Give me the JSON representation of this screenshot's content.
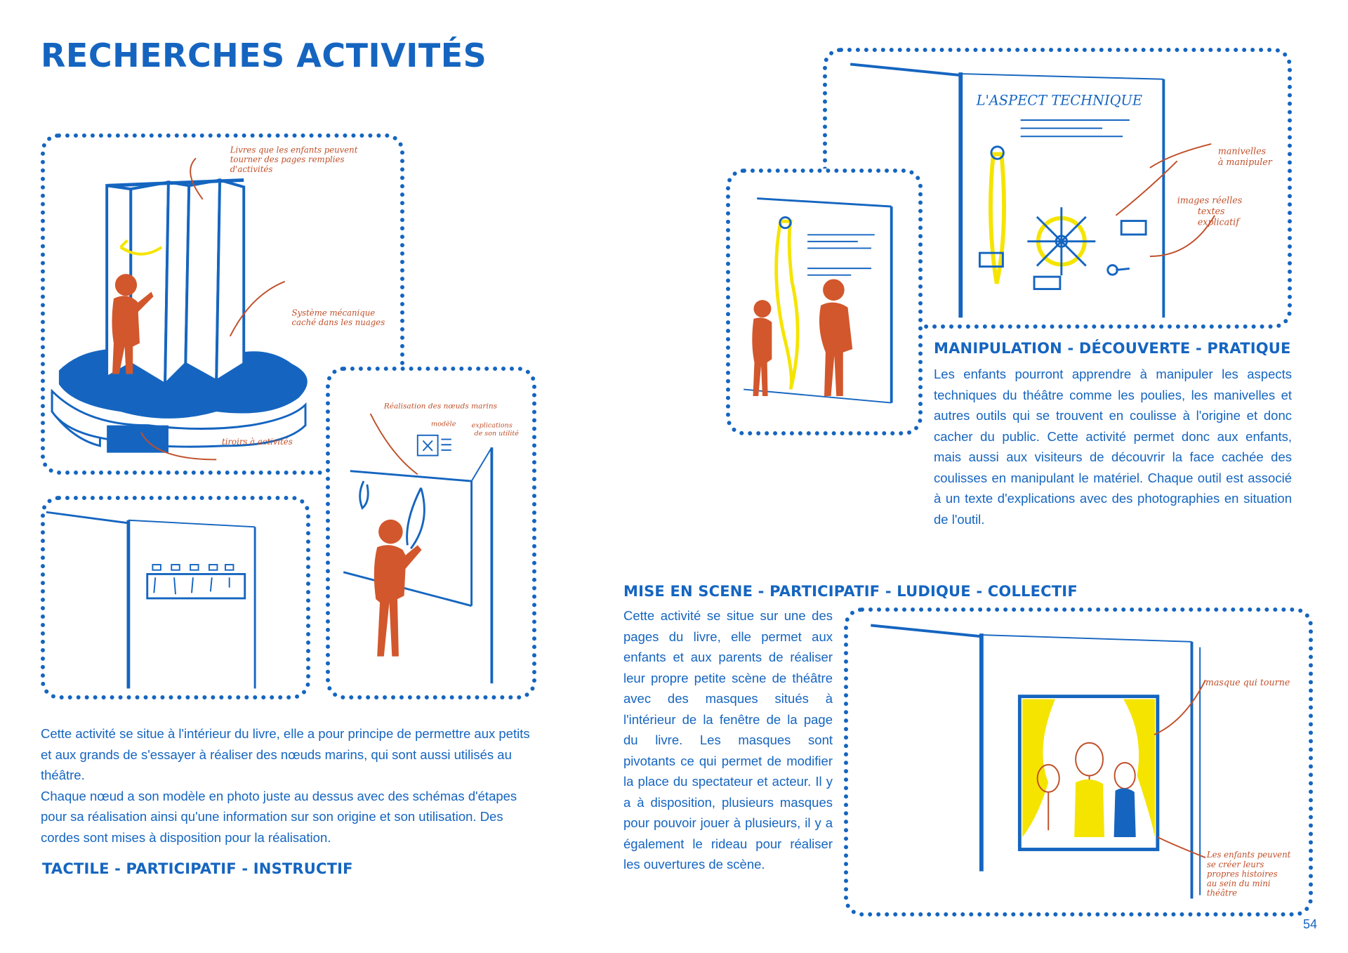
{
  "page": {
    "title": "RECHERCHES ACTIVITÉS",
    "page_number": "54"
  },
  "colors": {
    "primary_blue": "#1565c0",
    "figure_orange": "#d2572c",
    "annotation_red": "#c0502a",
    "accent_yellow": "#f5e400"
  },
  "section_knots": {
    "body": "Cette activité se situe à l'intérieur du livre, elle a pour principe de permettre aux petits et aux grands de s'essayer à réaliser des nœuds marins, qui sont aussi utilisés au théâtre.",
    "body2": "Chaque nœud a son modèle en photo juste au dessus avec des schémas d'étapes pour sa réalisation ainsi qu'une information sur son origine et son utilisation. Des cordes sont mises à disposition pour la réalisation.",
    "keywords": "TACTILE - PARTICIPATIF - INSTRUCTIF",
    "sketch_notes": {
      "book_pages": "Livres que les enfants peuvent tourner des pages remplies d'activités",
      "mechanism": "Système mécanique caché dans les nuages",
      "drawer": "tiroirs à activités",
      "knots": "Réalisation des nœuds marins",
      "model": "modèle",
      "explanations": "explications de son utilité"
    }
  },
  "section_manipulation": {
    "heading": "MANIPULATION - DÉCOUVERTE - PRATIQUE",
    "body": "Les enfants pourront apprendre à manipuler les aspects techniques du théâtre comme les poulies, les manivelles et autres outils qui se trouvent en coulisse à l'origine et donc cacher du public. Cette activité permet donc aux enfants, mais aussi aux visiteurs de découvrir la face cachée des coulisses en manipulant le matériel. Chaque outil est associé à un texte d'explications avec des photographies en situation de l'outil.",
    "sketch_notes": {
      "board_title": "L'ASPECT TECHNIQUE",
      "cranks": "manivelles à manipuler",
      "images": "images réelles textes explicatif"
    }
  },
  "section_staging": {
    "heading": "MISE EN SCENE - PARTICIPATIF - LUDIQUE - COLLECTIF",
    "body": "Cette activité se situe sur une des pages du livre, elle permet aux enfants et aux parents de réaliser leur propre petite scène de théâtre avec des masques situés à l'intérieur de la fenêtre de la page du livre. Les masques sont pivotants ce qui permet de modifier la place du spectateur et acteur. Il y a à disposition, plusieurs masques pour pouvoir jouer à plusieurs, il y a également le rideau pour réaliser les ouvertures de scène.",
    "sketch_notes": {
      "mask": "masque qui tourne",
      "stories": "Les enfants peuvent se créer leurs propres histoires au sein du mini théâtre"
    }
  }
}
